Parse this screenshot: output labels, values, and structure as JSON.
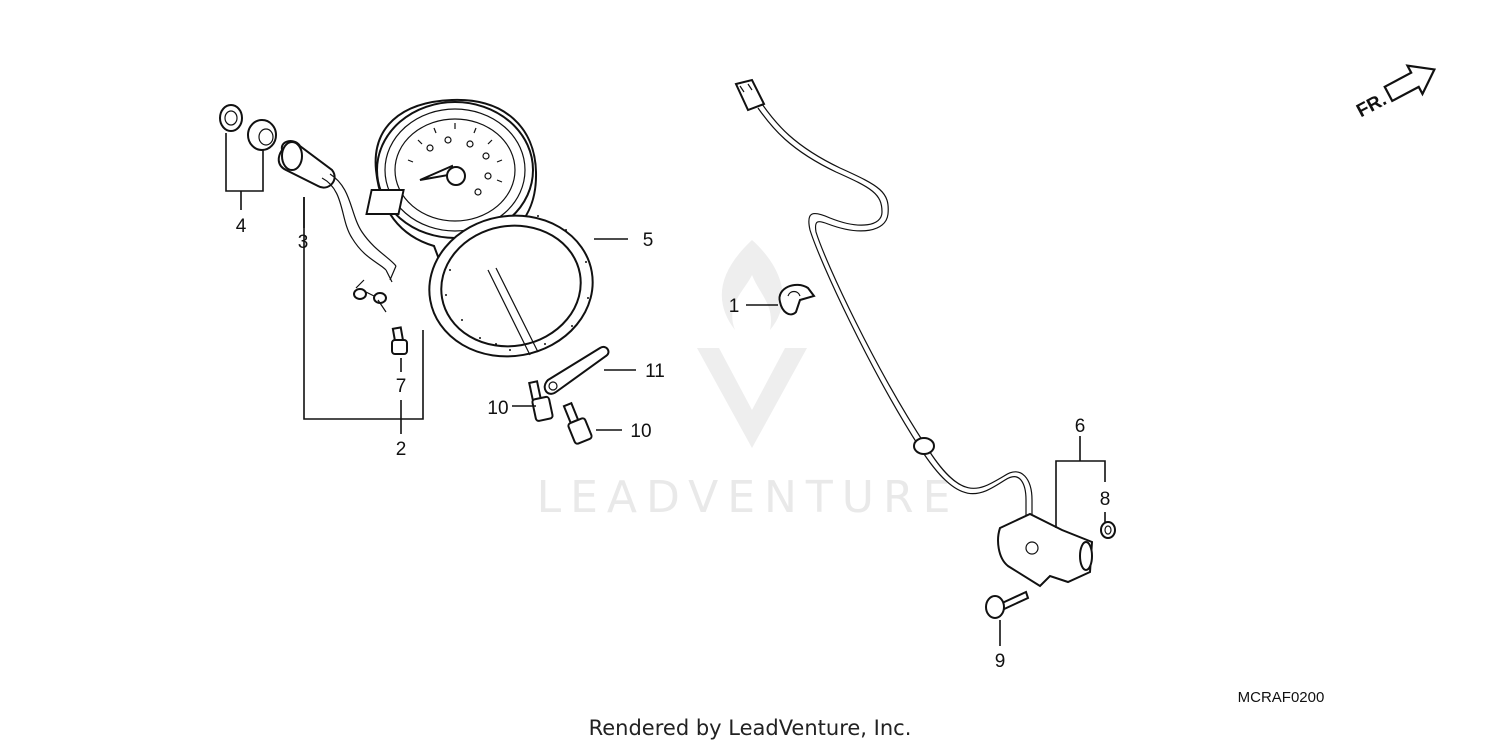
{
  "diagram": {
    "callouts": {
      "c1": "1",
      "c2": "2",
      "c3": "3",
      "c4": "4",
      "c5": "5",
      "c6": "6",
      "c7": "7",
      "c8": "8",
      "c9": "9",
      "c10a": "10",
      "c10b": "10",
      "c11": "11"
    },
    "direction_label": "FR.",
    "diagram_code": "MCRAF0200",
    "watermark": "LEADVENTURE",
    "credit": "Rendered by LeadVenture, Inc."
  }
}
